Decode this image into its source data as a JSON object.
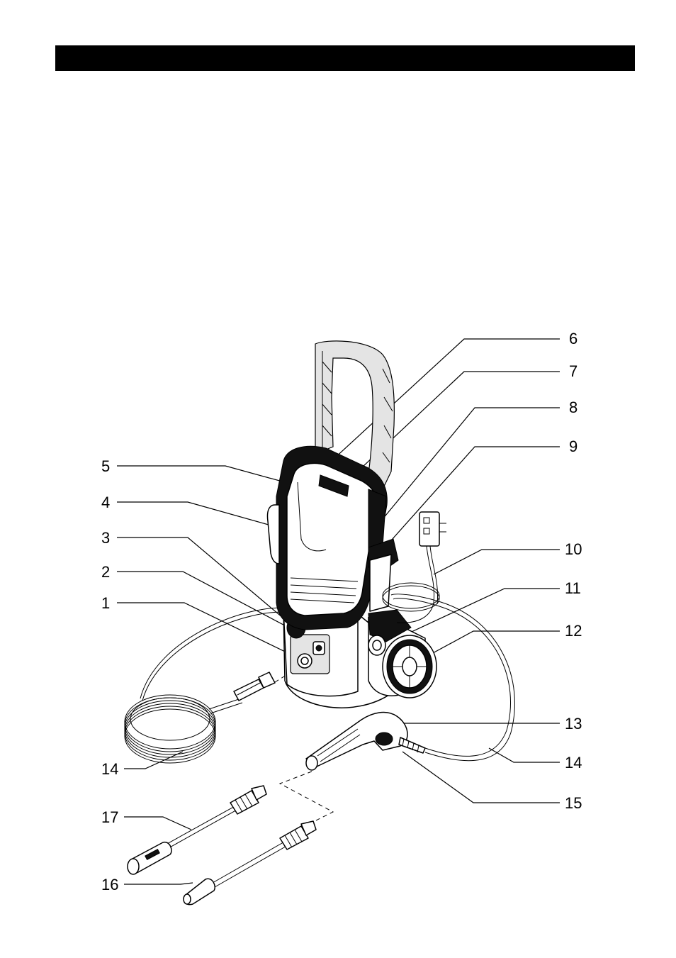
{
  "callouts": [
    {
      "id": "1",
      "text": "1"
    },
    {
      "id": "2",
      "text": "2"
    },
    {
      "id": "3",
      "text": "3"
    },
    {
      "id": "4",
      "text": "4"
    },
    {
      "id": "5",
      "text": "5"
    },
    {
      "id": "6",
      "text": "6"
    },
    {
      "id": "7",
      "text": "7"
    },
    {
      "id": "8",
      "text": "8"
    },
    {
      "id": "9",
      "text": "9"
    },
    {
      "id": "10",
      "text": "10"
    },
    {
      "id": "11",
      "text": "11"
    },
    {
      "id": "12",
      "text": "12"
    },
    {
      "id": "13",
      "text": "13"
    },
    {
      "id": "14a",
      "text": "14"
    },
    {
      "id": "14b",
      "text": "14"
    },
    {
      "id": "15",
      "text": "15"
    },
    {
      "id": "16",
      "text": "16"
    },
    {
      "id": "17",
      "text": "17"
    }
  ],
  "colors": {
    "ink": "#000000",
    "paper": "#ffffff",
    "header_bar": "#000000"
  }
}
